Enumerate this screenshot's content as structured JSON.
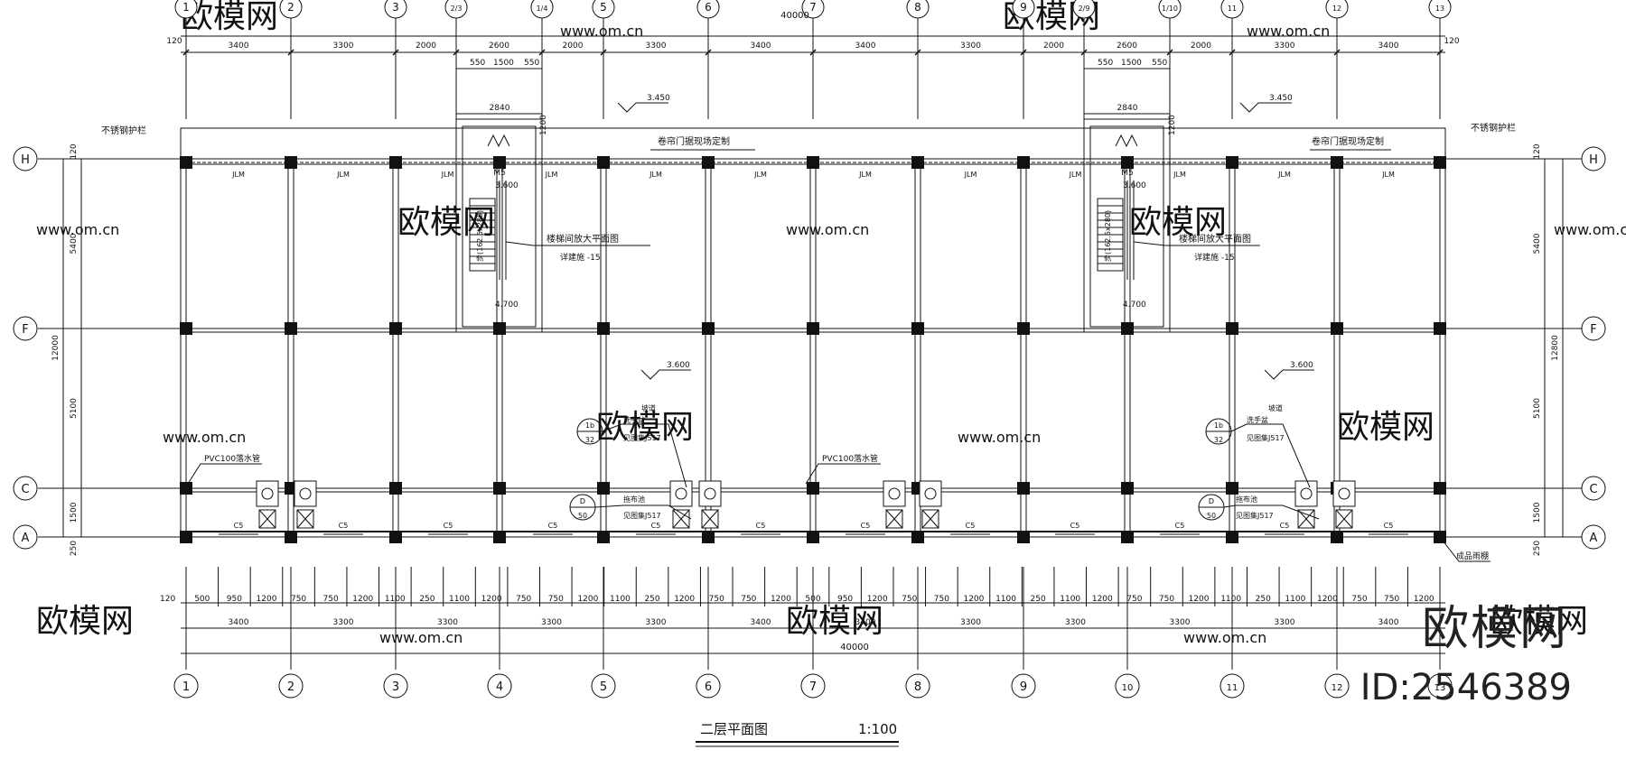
{
  "plan": {
    "title": "二层平面图",
    "scale": "1:100",
    "axes_top": [
      "1",
      "2",
      "3",
      "2/3",
      "1/4",
      "5",
      "6",
      "7",
      "8",
      "9",
      "2/9",
      "1/10",
      "11",
      "12",
      "13"
    ],
    "axes_bottom": [
      "1",
      "2",
      "3",
      "4",
      "5",
      "6",
      "7",
      "8",
      "9",
      "10",
      "11",
      "12",
      "13"
    ],
    "axes_side": [
      "H",
      "F",
      "C",
      "A"
    ],
    "total_width": "40000",
    "top_dims": [
      "120",
      "3400",
      "3300",
      "2000",
      "2600",
      "2000",
      "3300",
      "3400",
      "3400",
      "3300",
      "2000",
      "2600",
      "2000",
      "3300",
      "3400",
      "120"
    ],
    "stair_dims": [
      "550",
      "1500",
      "550"
    ],
    "stair_width": "2840",
    "bottom_dims_major": [
      "3400",
      "3300",
      "3300",
      "3300",
      "3300",
      "3400",
      "3400",
      "3300",
      "3300",
      "3300",
      "3300",
      "3400"
    ],
    "bottom_dims_minor": [
      "500",
      "950",
      "1200",
      "750",
      "750",
      "1200",
      "1100",
      "250",
      "1100",
      "1200",
      "750",
      "750",
      "1200",
      "1100",
      "250",
      "1200",
      "750",
      "750",
      "1200",
      "500",
      "950",
      "1200",
      "750",
      "750",
      "1200",
      "1100",
      "250",
      "1100",
      "1200",
      "750",
      "750",
      "1200",
      "1100",
      "250",
      "1100",
      "1200",
      "750",
      "750",
      "1200"
    ],
    "side_dims_left": [
      "120",
      "5400",
      "12000",
      "5100",
      "1500",
      "250"
    ],
    "side_dims_right": [
      "120",
      "5400",
      "12800",
      "5100",
      "1500",
      "250"
    ],
    "labels": {
      "railing": "不锈钢护栏",
      "shutter_door": "卷帘门据现场定制",
      "beam": "JLM",
      "door_m5": "M5",
      "stair_ref": "楼梯间放大平面图",
      "stair_detail": "详建施 -15",
      "stair_steps": "步(162.5x280)",
      "elev_3450": "3.450",
      "elev_3600": "3.600",
      "elev_4700": "4.700",
      "pvc": "PVC100落水管",
      "window": "C5",
      "ramp": "坡道",
      "hand_wash": "洗手盆",
      "see_ref": "见图集J517",
      "sink": "拖布池",
      "callout_top": "1b",
      "callout_32": "32",
      "callout_d": "D",
      "callout_50": "50",
      "corner_note": "成品雨棚",
      "elev_120": "120",
      "elev_1200": "1200"
    }
  },
  "watermark": {
    "brand": "欧模网",
    "site": "www.om.cn"
  },
  "brand": {
    "logo": "欧模网",
    "id": "ID:2546389"
  }
}
